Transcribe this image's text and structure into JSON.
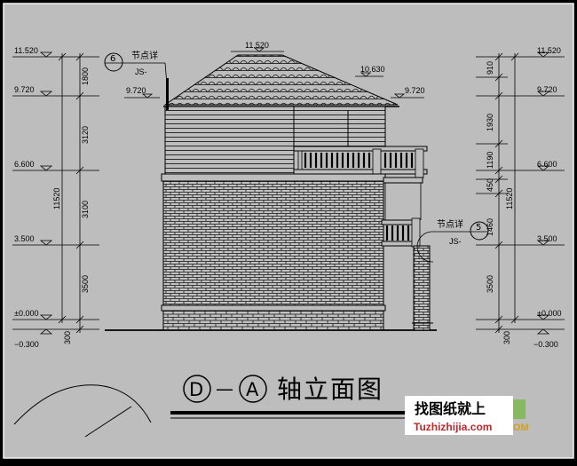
{
  "elevations": {
    "left": [
      "11.520",
      "9.720",
      "6.600",
      "3.500",
      "±0.000",
      "−0.300"
    ],
    "right": [
      "11.520",
      "9.720",
      "6.600",
      "3.500",
      "±0.000",
      "−0.300"
    ],
    "roof_peak": "11.520",
    "roof_left_eave": "9.720",
    "roof_right_eave": "9.720",
    "roof_ridge_right": "10.630"
  },
  "dims_left": {
    "segments": [
      "1800",
      "3120",
      "3100",
      "3500",
      "300"
    ],
    "total": "11520"
  },
  "dims_right": {
    "segments": [
      "910",
      "1930",
      "1190",
      "450",
      "1460",
      "3500",
      "300"
    ],
    "total": "11520"
  },
  "callouts": [
    {
      "num": "6",
      "text": "节点详",
      "ref": "JS-"
    },
    {
      "num": "5",
      "text": "节点详",
      "ref": "JS-"
    }
  ],
  "title": {
    "from": "D",
    "sep": "—",
    "to": "A",
    "text": "轴立面图"
  },
  "watermark": {
    "cn": "找图纸就上",
    "url": "Tuzhizhijia.com",
    "tail": "OM"
  },
  "colors": {
    "page": "#bdbdbd",
    "ink": "#000000",
    "frame": "#f4f4f4",
    "watermark_red": "#c0262a"
  }
}
